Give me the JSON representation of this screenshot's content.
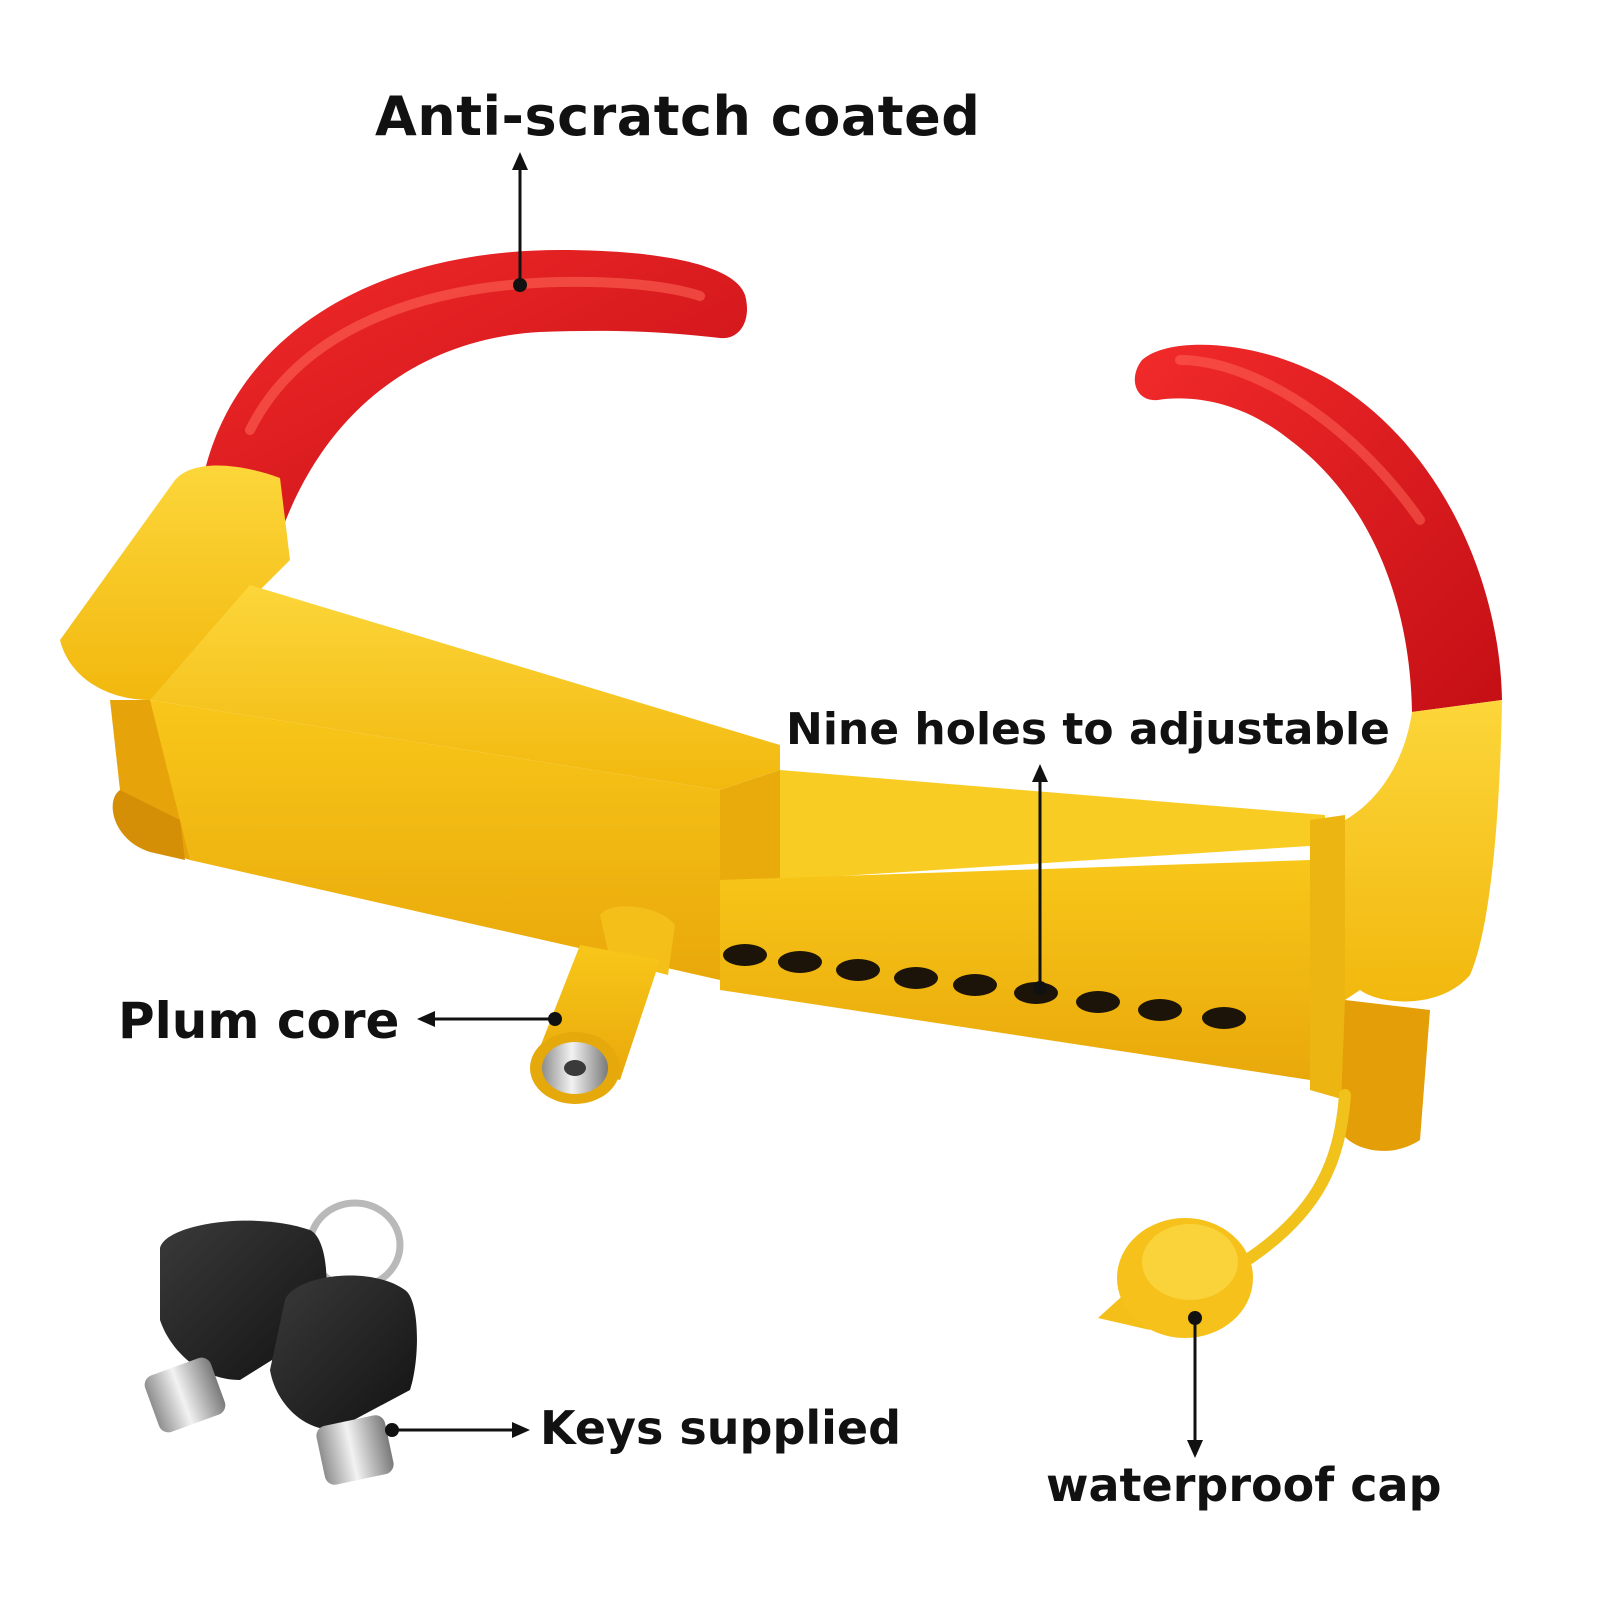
{
  "callouts": {
    "anti_scratch": "Anti-scratch coated",
    "nine_holes": "Nine holes to adjustable",
    "plum_core": "Plum core",
    "keys": "Keys supplied",
    "cap": "waterproof cap"
  },
  "product": {
    "adjustment_hole_count": 9
  },
  "colors": {
    "body_yellow": "#F7C316",
    "body_shadow": "#E39E08",
    "arm_red": "#E8141C",
    "arm_red_dark": "#B50D12",
    "key_black": "#1E1E1E",
    "key_metal": "#C9C9C9",
    "annotation": "#111111"
  },
  "icons": {
    "pointer_dot": "dot-marker-icon",
    "pointer_arrow": "arrowhead-icon"
  }
}
